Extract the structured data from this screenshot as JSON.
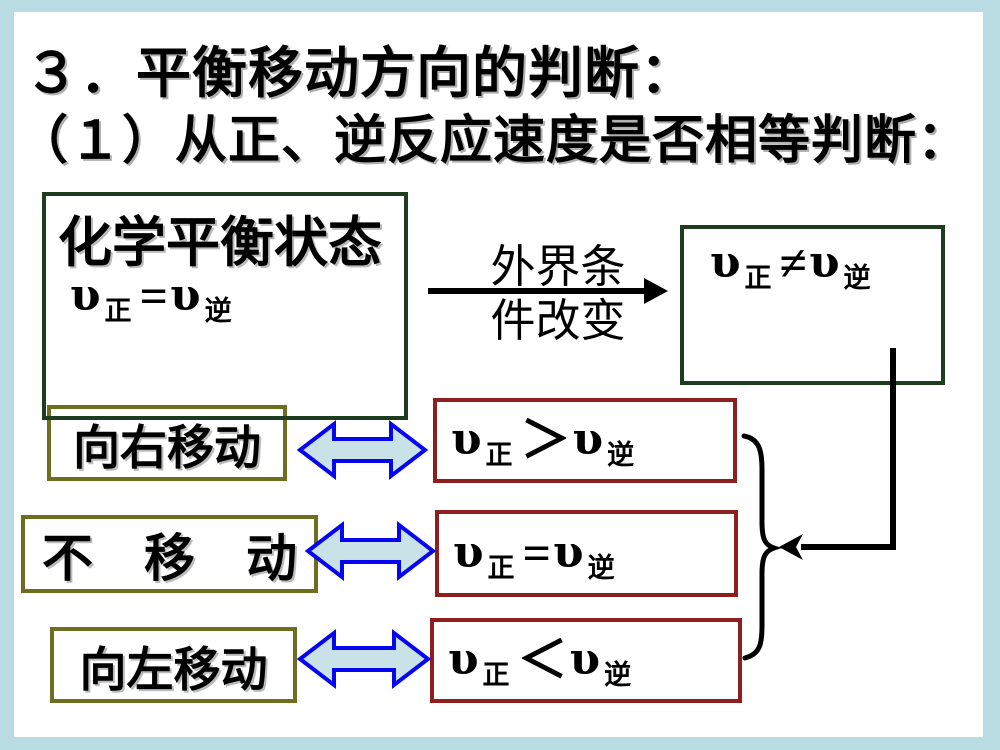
{
  "title": {
    "line1": "３．平衡移动方向的判断：",
    "line2": "（１）从正、逆反应速度是否相等判断："
  },
  "state_box": {
    "label": "化学平衡状态",
    "expr": {
      "v1": "υ",
      "sub1": "正",
      "op": "=",
      "v2": "υ",
      "sub2": "逆"
    }
  },
  "condition": {
    "top": "外界条",
    "bottom": "件改变"
  },
  "unequal_box": {
    "expr": {
      "v1": "υ",
      "sub1": "正",
      "op": "≠",
      "v2": "υ",
      "sub2": "逆"
    }
  },
  "rows": [
    {
      "direction": "向右移动",
      "expr": {
        "v1": "υ",
        "sub1": "正",
        "op": "＞",
        "v2": "υ",
        "sub2": "逆"
      }
    },
    {
      "direction": "不　移　动",
      "expr": {
        "v1": "υ",
        "sub1": "正",
        "op": "=",
        "v2": "υ",
        "sub2": "逆"
      }
    },
    {
      "direction": "向左移动",
      "expr": {
        "v1": "υ",
        "sub1": "正",
        "op": "＜",
        "v2": "υ",
        "sub2": "逆"
      }
    }
  ],
  "colors": {
    "page_background": "#b9dce2",
    "slide_background": "#ffffff",
    "box_green": "#1e3c1e",
    "box_olive": "#6f6d20",
    "box_red": "#8e1f1f",
    "arrow_blue": "#0505f0",
    "arrow_fill": "#c9e2e7",
    "text": "#000000"
  }
}
